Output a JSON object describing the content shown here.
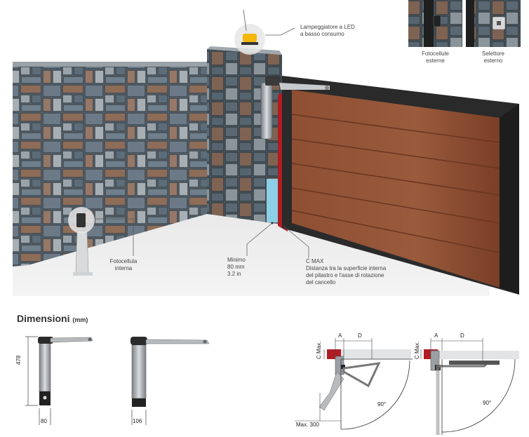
{
  "top_labels": {
    "lamp": "Lampeggiatore a LED\na basso consumo",
    "photocell_int": "Fotocellula\ninterna",
    "min": "Minimo\n80 mm\n3.2 in",
    "cmax": "C MAX\nDistanza tra la superficie interna\ndel pilastro e l'asse di rotazione\ndel cancello",
    "photocell_ext": "Fotocellule\nesterne",
    "selector_ext": "Selettore\nesterno"
  },
  "dimensions": {
    "title": "Dimensioni",
    "unit": "(mm)",
    "height": "478",
    "width_a": "80",
    "width_b": "106"
  },
  "diagram": {
    "cmax": "C Max.",
    "a": "A",
    "d": "D",
    "angle": "90°",
    "max300": "Max. 300"
  },
  "colors": {
    "stone_dark": "#5d6e7a",
    "stone_brown": "#8a6a55",
    "gate_wood": "#8b4a2e",
    "gate_frame": "#2a2a2a",
    "pillar_red": "#b01c22",
    "cyan": "#8ccfe6"
  }
}
